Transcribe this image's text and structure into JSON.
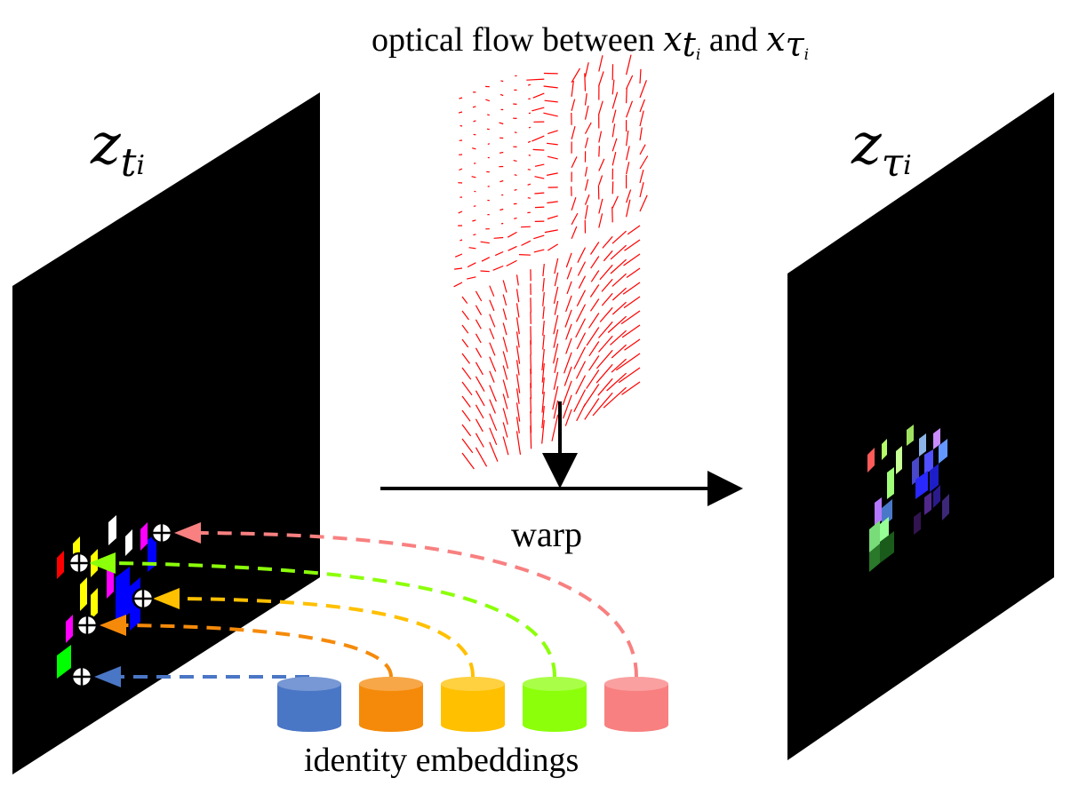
{
  "labels": {
    "flow_prefix": "optical flow between ",
    "flow_x1": "x",
    "flow_x1_sub": "t",
    "flow_x1_subsub": "i",
    "flow_and": " and ",
    "flow_x2": "x",
    "flow_x2_sub": "τ",
    "flow_x2_subsub": "i",
    "warp": "warp",
    "embeddings": "identity embeddings",
    "z_left": "z",
    "z_left_sub": "t",
    "z_left_subsub": "i",
    "z_right": "z",
    "z_right_sub": "τ",
    "z_right_subsub": "i"
  },
  "embeddings": [
    {
      "color": "#4a76c6",
      "id": "blue"
    },
    {
      "color": "#f58a0a",
      "id": "orange"
    },
    {
      "color": "#ffc000",
      "id": "yellow"
    },
    {
      "color": "#8cff0a",
      "id": "green"
    },
    {
      "color": "#f88080",
      "id": "pink"
    }
  ],
  "colors": {
    "panel": "#000000",
    "flow_arrow": "#ff0000",
    "main_arrow": "#000000"
  }
}
